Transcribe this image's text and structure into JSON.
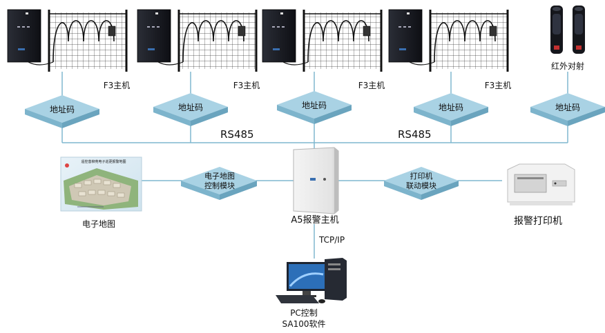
{
  "devices": {
    "f3_labels": [
      "F3主机",
      "F3主机",
      "F3主机",
      "F3主机"
    ],
    "infrared_label": "红外对射",
    "address_labels": [
      "地址码",
      "地址码",
      "地址码",
      "地址码",
      "地址码"
    ]
  },
  "bus": {
    "left_label": "RS485",
    "right_label": "RS485"
  },
  "center": {
    "alarm_host_label": "A5报警主机",
    "tcp_label": "TCP/IP",
    "pc_label_line1": "PC控制",
    "pc_label_line2": "SA100软件"
  },
  "left_branch": {
    "map_title": "遥控昔柳苑电子巡更报警地图",
    "map_caption": "电子地图",
    "module_line1": "电子地图",
    "module_line2": "控制模块"
  },
  "right_branch": {
    "module_line1": "打印机",
    "module_line2": "联动模块",
    "printer_caption": "报警打印机"
  },
  "colors": {
    "line": "#7fb7cf",
    "module_top": "#a9d2e4",
    "module_side": "#7db4cc",
    "panel": "#1b1d24",
    "fence": "#111111"
  }
}
